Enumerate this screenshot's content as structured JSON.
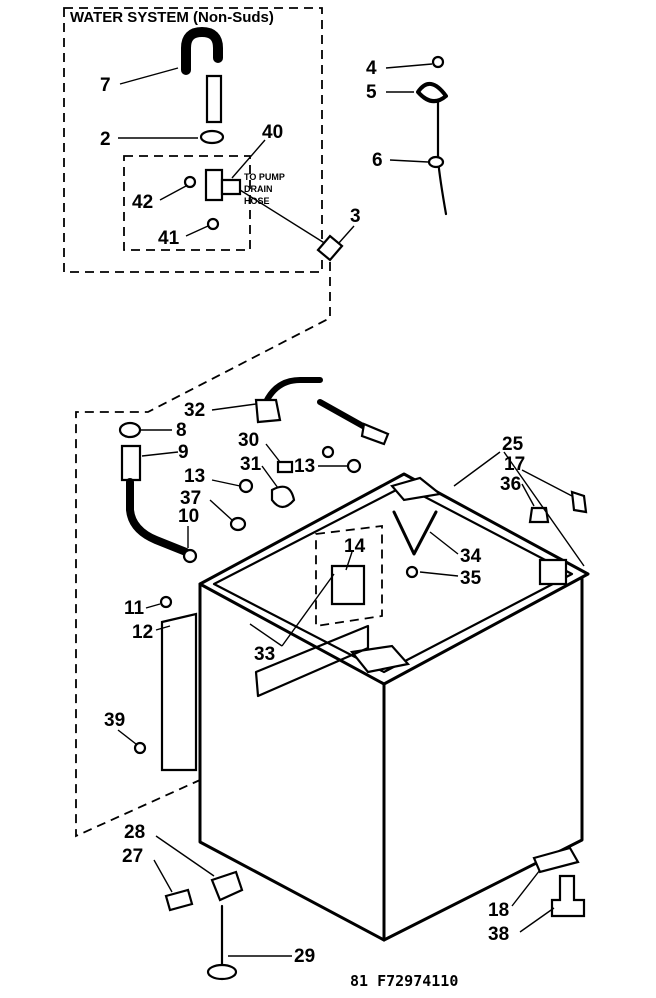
{
  "inset": {
    "title": "WATER SYSTEM (Non-Suds)",
    "drain_note": [
      "TO PUMP",
      "DRAIN",
      "HOSE"
    ]
  },
  "labels": {
    "l7": "7",
    "l2": "2",
    "l40": "40",
    "l42": "42",
    "l41": "41",
    "l4": "4",
    "l5": "5",
    "l6": "6",
    "l3": "3",
    "l32": "32",
    "l8": "8",
    "l9": "9",
    "l30": "30",
    "l31": "31",
    "l13a": "13",
    "l13b": "13",
    "l37": "37",
    "l10": "10",
    "l25": "25",
    "l17": "17",
    "l36": "36",
    "l14": "14",
    "l34": "34",
    "l35": "35",
    "l11": "11",
    "l12": "12",
    "l33": "33",
    "l39": "39",
    "l28": "28",
    "l27": "27",
    "l18": "18",
    "l38": "38",
    "l29": "29"
  },
  "footer": "81 F72974110"
}
